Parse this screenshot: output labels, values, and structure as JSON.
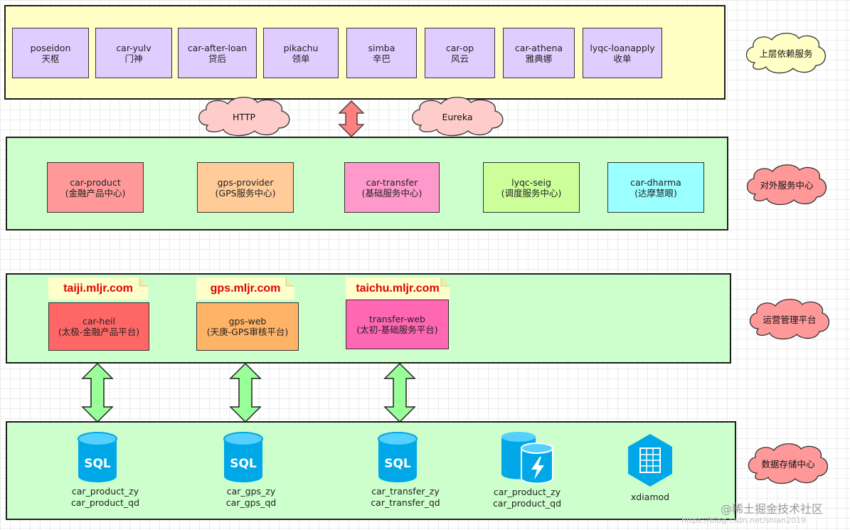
{
  "upper": {
    "services": [
      {
        "name": "poseidon",
        "sub": "天枢"
      },
      {
        "name": "car-yulv",
        "sub": "门神"
      },
      {
        "name": "car-after-loan",
        "sub": "贷后"
      },
      {
        "name": "pikachu",
        "sub": "领单"
      },
      {
        "name": "simba",
        "sub": "辛巴"
      },
      {
        "name": "car-op",
        "sub": "风云"
      },
      {
        "name": "car-athena",
        "sub": "雅典娜"
      },
      {
        "name": "lyqc-loanapply",
        "sub": "收单"
      }
    ],
    "label": "上层依赖服务"
  },
  "protocols": {
    "left": "HTTP",
    "right": "Eureka"
  },
  "external": {
    "services": [
      {
        "name": "car-product",
        "sub": "(金融产品中心)"
      },
      {
        "name": "gps-provider",
        "sub": "(GPS服务中心)"
      },
      {
        "name": "car-transfer",
        "sub": "(基础服务中心)"
      },
      {
        "name": "lyqc-seig",
        "sub": "(调度服务中心)"
      },
      {
        "name": "car-dharma",
        "sub": "(达摩慧眼)"
      }
    ],
    "label": "对外服务中心"
  },
  "ops": {
    "notes": [
      "taiji.mljr.com",
      "gps.mljr.com",
      "taichu.mljr.com"
    ],
    "services": [
      {
        "name": "car-heil",
        "sub": "(太极-金融产品平台)"
      },
      {
        "name": "gps-web",
        "sub": "(天庚-GPS审核平台)"
      },
      {
        "name": "transfer-web",
        "sub": "(太初-基础服务平台)"
      }
    ],
    "label": "运营管理平台"
  },
  "storage": {
    "sql_badge": "SQL",
    "items": [
      {
        "line1": "car_product_zy",
        "line2": "car_product_qd"
      },
      {
        "line1": "car_gps_zy",
        "line2": "car_gps_qd"
      },
      {
        "line1": "car_transfer_zy",
        "line2": "car_transfer_qd"
      },
      {
        "line1": "car_product_zy",
        "line2": "car_product_qd"
      },
      {
        "line1": "xdiamod"
      }
    ],
    "label": "数据存储中心"
  },
  "watermark": {
    "main": "@稀土掘金技术社区",
    "url": "https://blog.csdn.net/shian2019"
  },
  "colors": {
    "upper_bg": "#ffffc6",
    "upper_box": "#e0ccff",
    "mid_bg": "#ccffcc",
    "cloud_pink": "#ffcccc",
    "cloud_side": "#ff9999",
    "car_product": "#ff9999",
    "gps_provider": "#ffcc99",
    "car_transfer": "#ff99cc",
    "lyqc_seig": "#ccff99",
    "car_dharma": "#99ffff",
    "car_heil": "#ff6666",
    "gps_web": "#ffb366",
    "transfer_web": "#ff66b3",
    "note": "#ffffcc",
    "arrow_red": "#ff8080",
    "arrow_green": "#99ff99",
    "db_blue": "#00a8e8"
  }
}
